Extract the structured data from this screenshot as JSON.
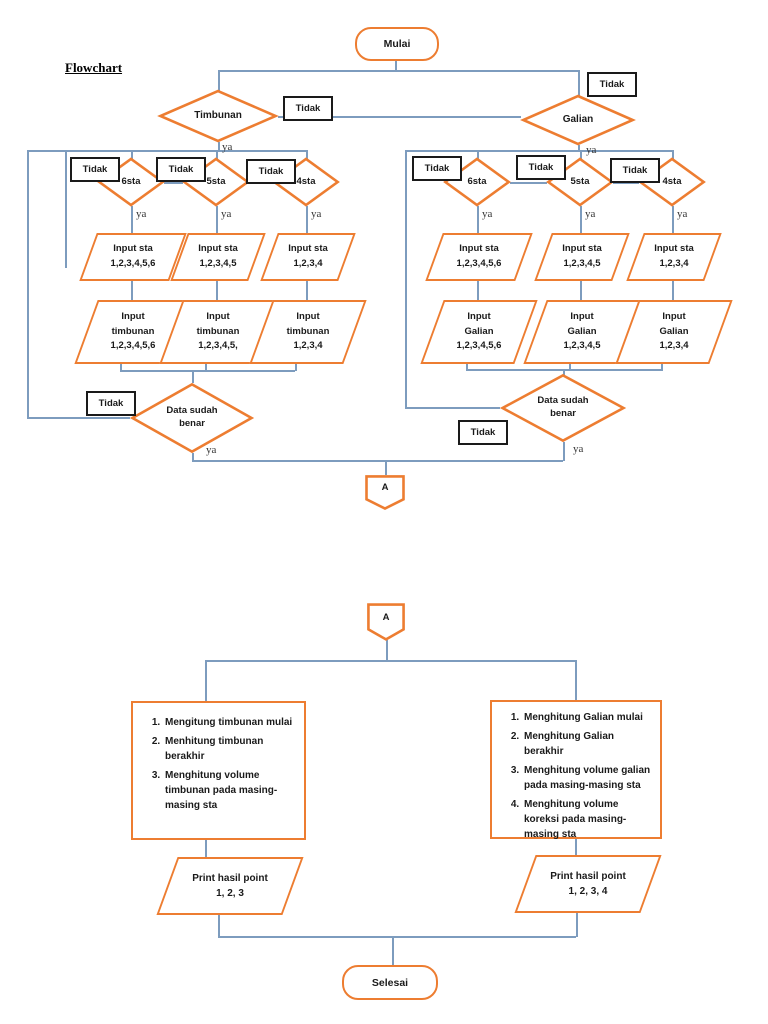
{
  "title": "Flowchart",
  "colors": {
    "shape_border": "#ED7D31",
    "connector_line": "#7D9CBE",
    "no_box_border": "#1A1A1A"
  },
  "labels": {
    "start": "Mulai",
    "end": "Selesai",
    "yes": "ya",
    "no": "Tidak",
    "connector": "A"
  },
  "timbunan": {
    "decision": "Timbunan",
    "sta": [
      "6sta",
      "5sta",
      "4sta"
    ],
    "input_sta": [
      [
        "Input sta",
        "1,2,3,4,5,6"
      ],
      [
        "Input sta",
        "1,2,3,4,5"
      ],
      [
        "Input sta",
        "1,2,3,4"
      ]
    ],
    "input_data": [
      [
        "Input",
        "timbunan",
        "1,2,3,4,5,6"
      ],
      [
        "Input",
        "timbunan",
        "1,2,3,4,5,"
      ],
      [
        "Input",
        "timbunan",
        "1,2,3,4"
      ]
    ],
    "check": [
      "Data sudah",
      "benar"
    ],
    "process": [
      "Mengitung timbunan mulai",
      "Menhitung timbunan berakhir",
      "Menghitung volume timbunan pada masing-masing sta"
    ],
    "print": [
      "Print hasil point",
      "1, 2, 3"
    ]
  },
  "galian": {
    "decision": "Galian",
    "sta": [
      "6sta",
      "5sta",
      "4sta"
    ],
    "input_sta": [
      [
        "Input sta",
        "1,2,3,4,5,6"
      ],
      [
        "Input sta",
        "1,2,3,4,5"
      ],
      [
        "Input sta",
        "1,2,3,4"
      ]
    ],
    "input_data": [
      [
        "Input",
        "Galian",
        "1,2,3,4,5,6"
      ],
      [
        "Input",
        "Galian",
        "1,2,3,4,5"
      ],
      [
        "Input",
        "Galian",
        "1,2,3,4"
      ]
    ],
    "check": [
      "Data sudah",
      "benar"
    ],
    "process": [
      "Menghitung Galian mulai",
      "Menghitung Galian berakhir",
      "Menghitung volume galian pada masing-masing sta",
      "Menghitung volume koreksi pada masing-masing sta"
    ],
    "print": [
      "Print hasil point",
      "1, 2, 3, 4"
    ]
  }
}
